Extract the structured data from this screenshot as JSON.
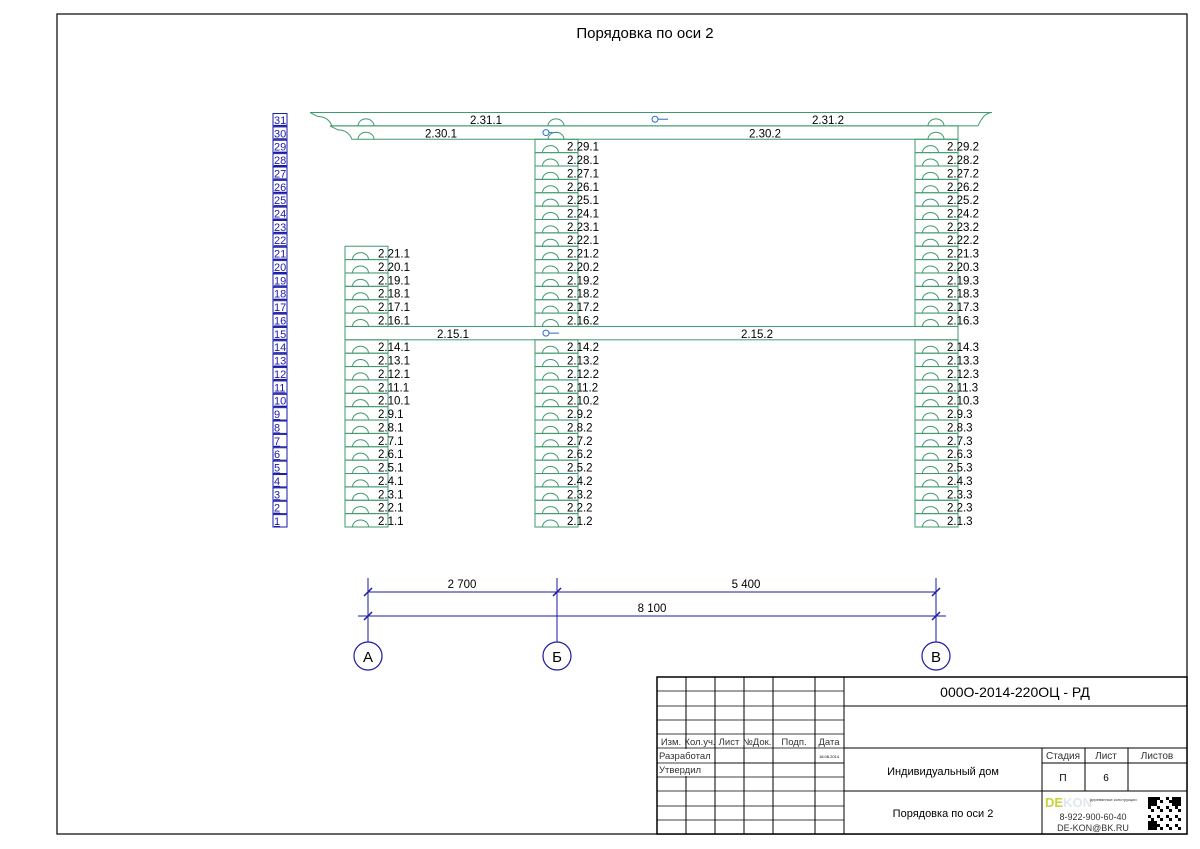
{
  "title": "Порядовка по оси 2",
  "colors": {
    "log": "#3f9a6e",
    "row_marker": "#1a1aa8",
    "dimension": "#1a1aa8",
    "frame": "#000000"
  },
  "rows": [
    "1",
    "2",
    "3",
    "4",
    "5",
    "6",
    "7",
    "8",
    "9",
    "10",
    "11",
    "12",
    "13",
    "14",
    "15",
    "16",
    "17",
    "18",
    "19",
    "20",
    "21",
    "22",
    "23",
    "24",
    "25",
    "26",
    "27",
    "28",
    "29",
    "30",
    "31"
  ],
  "column_a": [
    {
      "row": 1,
      "label": "2.1.1"
    },
    {
      "row": 2,
      "label": "2.2.1"
    },
    {
      "row": 3,
      "label": "2.3.1"
    },
    {
      "row": 4,
      "label": "2.4.1"
    },
    {
      "row": 5,
      "label": "2.5.1"
    },
    {
      "row": 6,
      "label": "2.6.1"
    },
    {
      "row": 7,
      "label": "2.7.1"
    },
    {
      "row": 8,
      "label": "2.8.1"
    },
    {
      "row": 9,
      "label": "2.9.1"
    },
    {
      "row": 10,
      "label": "2.10.1"
    },
    {
      "row": 11,
      "label": "2.11.1"
    },
    {
      "row": 12,
      "label": "2.12.1"
    },
    {
      "row": 13,
      "label": "2.13.1"
    },
    {
      "row": 14,
      "label": "2.14.1"
    },
    {
      "row": 16,
      "label": "2.16.1"
    },
    {
      "row": 17,
      "label": "2.17.1"
    },
    {
      "row": 18,
      "label": "2.18.1"
    },
    {
      "row": 19,
      "label": "2.19.1"
    },
    {
      "row": 20,
      "label": "2.20.1"
    },
    {
      "row": 21,
      "label": "2.21.1"
    }
  ],
  "column_b": [
    {
      "row": 1,
      "label": "2.1.2"
    },
    {
      "row": 2,
      "label": "2.2.2"
    },
    {
      "row": 3,
      "label": "2.3.2"
    },
    {
      "row": 4,
      "label": "2.4.2"
    },
    {
      "row": 5,
      "label": "2.5.2"
    },
    {
      "row": 6,
      "label": "2.6.2"
    },
    {
      "row": 7,
      "label": "2.7.2"
    },
    {
      "row": 8,
      "label": "2.8.2"
    },
    {
      "row": 9,
      "label": "2.9.2"
    },
    {
      "row": 10,
      "label": "2.10.2"
    },
    {
      "row": 11,
      "label": "2.11.2"
    },
    {
      "row": 12,
      "label": "2.12.2"
    },
    {
      "row": 13,
      "label": "2.13.2"
    },
    {
      "row": 14,
      "label": "2.14.2"
    },
    {
      "row": 16,
      "label": "2.16.2"
    },
    {
      "row": 17,
      "label": "2.17.2"
    },
    {
      "row": 18,
      "label": "2.18.2"
    },
    {
      "row": 19,
      "label": "2.19.2"
    },
    {
      "row": 20,
      "label": "2.20.2"
    },
    {
      "row": 21,
      "label": "2.21.2"
    },
    {
      "row": 22,
      "label": "2.22.1"
    },
    {
      "row": 23,
      "label": "2.23.1"
    },
    {
      "row": 24,
      "label": "2.24.1"
    },
    {
      "row": 25,
      "label": "2.25.1"
    },
    {
      "row": 26,
      "label": "2.26.1"
    },
    {
      "row": 27,
      "label": "2.27.1"
    },
    {
      "row": 28,
      "label": "2.28.1"
    },
    {
      "row": 29,
      "label": "2.29.1"
    }
  ],
  "column_c": [
    {
      "row": 1,
      "label": "2.1.3"
    },
    {
      "row": 2,
      "label": "2.2.3"
    },
    {
      "row": 3,
      "label": "2.3.3"
    },
    {
      "row": 4,
      "label": "2.4.3"
    },
    {
      "row": 5,
      "label": "2.5.3"
    },
    {
      "row": 6,
      "label": "2.6.3"
    },
    {
      "row": 7,
      "label": "2.7.3"
    },
    {
      "row": 8,
      "label": "2.8.3"
    },
    {
      "row": 9,
      "label": "2.9.3"
    },
    {
      "row": 10,
      "label": "2.10.3"
    },
    {
      "row": 11,
      "label": "2.11.3"
    },
    {
      "row": 12,
      "label": "2.12.3"
    },
    {
      "row": 13,
      "label": "2.13.3"
    },
    {
      "row": 14,
      "label": "2.14.3"
    },
    {
      "row": 16,
      "label": "2.16.3"
    },
    {
      "row": 17,
      "label": "2.17.3"
    },
    {
      "row": 18,
      "label": "2.18.3"
    },
    {
      "row": 19,
      "label": "2.19.3"
    },
    {
      "row": 20,
      "label": "2.20.3"
    },
    {
      "row": 21,
      "label": "2.21.3"
    },
    {
      "row": 22,
      "label": "2.22.2"
    },
    {
      "row": 23,
      "label": "2.23.2"
    },
    {
      "row": 24,
      "label": "2.24.2"
    },
    {
      "row": 25,
      "label": "2.25.2"
    },
    {
      "row": 26,
      "label": "2.26.2"
    },
    {
      "row": 27,
      "label": "2.27.2"
    },
    {
      "row": 28,
      "label": "2.28.2"
    },
    {
      "row": 29,
      "label": "2.29.2"
    }
  ],
  "long_logs": [
    {
      "row": 15,
      "labels": [
        "2.15.1",
        "2.15.2"
      ]
    },
    {
      "row": 30,
      "labels": [
        "2.30.1",
        "2.30.2"
      ]
    },
    {
      "row": 31,
      "labels": [
        "2.31.1",
        "2.31.2"
      ]
    }
  ],
  "dimensions": {
    "a_b": "2 700",
    "b_c": "5 400",
    "total": "8 100"
  },
  "axes": [
    "А",
    "Б",
    "В"
  ],
  "title_block": {
    "doc_code": "000О-2014-220ОЦ - РД",
    "headers": [
      "Изм.",
      "Кол.уч.",
      "Лист",
      "№Док.",
      "Подп.",
      "Дата"
    ],
    "developed_label": "Разработал",
    "approved_label": "Утвердил",
    "date": "18.08.2014",
    "project": "Индивидуальный дом",
    "sheet_title": "Порядовка по оси 2",
    "stage_label": "Стадия",
    "sheet_label": "Лист",
    "sheets_label": "Листов",
    "stage": "П",
    "sheet": "6",
    "sheets": "",
    "logo_text": "DEKON",
    "logo_tagline": "деревянные конструкции",
    "phone": "8-922-900-60-40",
    "email": "DE-KON@BK.RU"
  }
}
